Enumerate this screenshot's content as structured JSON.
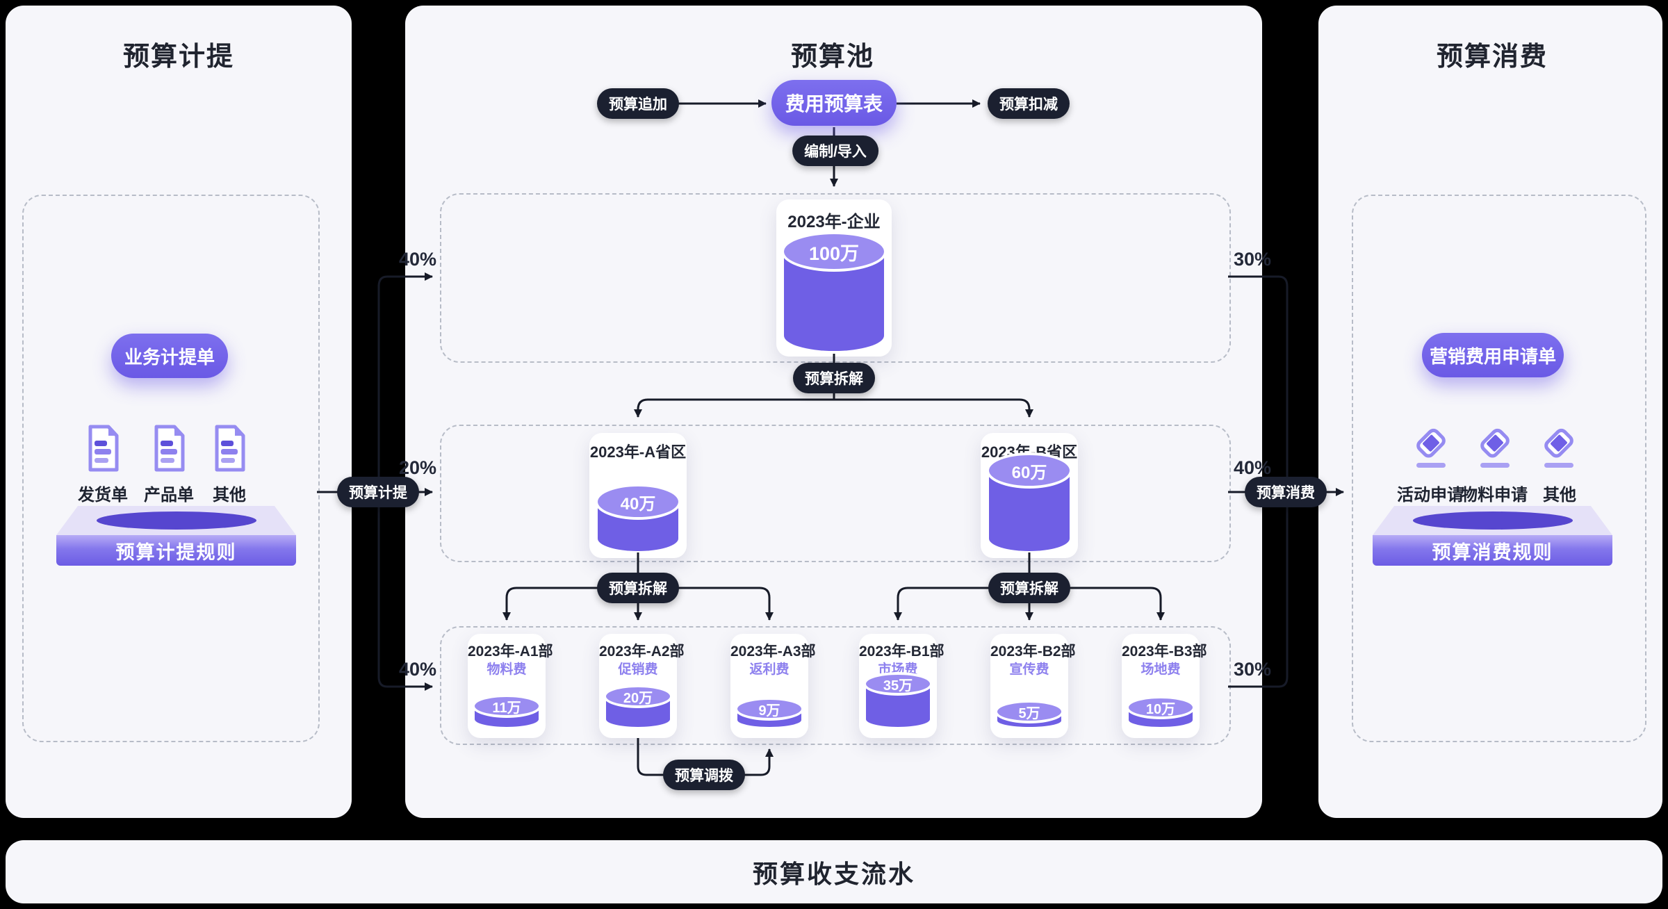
{
  "left_panel": {
    "title": "预算计提",
    "pill": "业务计提单",
    "docs": [
      "发货单",
      "产品单",
      "其他"
    ],
    "platform": "预算计提规则"
  },
  "center_panel": {
    "title": "预算池",
    "add_badge": "预算追加",
    "sheet_pill": "费用预算表",
    "deduct_badge": "预算扣减",
    "compile_badge": "编制/导入",
    "split_badge_l1": "预算拆解",
    "split_badge_l2a": "预算拆解",
    "split_badge_l2b": "预算拆解",
    "transfer_badge": "预算调拨",
    "l1": {
      "label": "2023年-企业",
      "value": "100万"
    },
    "l2": [
      {
        "label": "2023年-A省区",
        "value": "40万"
      },
      {
        "label": "2023年-B省区",
        "value": "60万"
      }
    ],
    "l3": [
      {
        "label": "2023年-A1部",
        "fee": "物料费",
        "value": "11万"
      },
      {
        "label": "2023年-A2部",
        "fee": "促销费",
        "value": "20万"
      },
      {
        "label": "2023年-A3部",
        "fee": "返利费",
        "value": "9万"
      },
      {
        "label": "2023年-B1部",
        "fee": "市场费",
        "value": "35万"
      },
      {
        "label": "2023年-B2部",
        "fee": "宣传费",
        "value": "5万"
      },
      {
        "label": "2023年-B3部",
        "fee": "场地费",
        "value": "10万"
      }
    ]
  },
  "right_panel": {
    "title": "预算消费",
    "pill": "营销费用申请单",
    "apps": [
      "活动申请",
      "物料申请",
      "其他"
    ],
    "platform": "预算消费规则"
  },
  "edges": {
    "accrual_badge": "预算计提",
    "consume_badge": "预算消费",
    "left_percents": [
      "40%",
      "20%",
      "40%"
    ],
    "right_percents": [
      "30%",
      "40%",
      "30%"
    ]
  },
  "footer": {
    "title": "预算收支流水"
  },
  "colors": {
    "accent_purple": "#6f5fe5",
    "light_purple": "#9a8cf1",
    "deep_purple_hole": "#5646cf",
    "badge_dark": "#1b2030",
    "panel_bg": "#f6f6fa",
    "page_bg": "#000000",
    "dashed_border": "#b7bcc7",
    "wire": "#171b28",
    "fee_text": "#8d80ee"
  }
}
